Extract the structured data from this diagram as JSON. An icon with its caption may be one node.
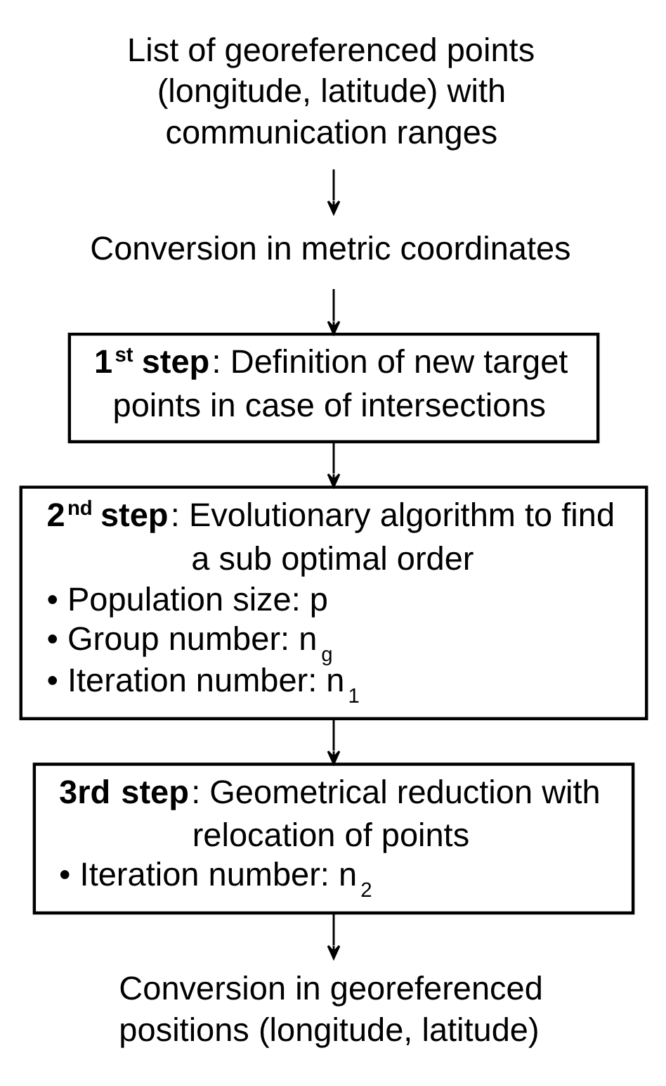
{
  "diagram": {
    "nodes": [
      {
        "text": [
          "List of georeferenced points (longitude, latitude) with communication ranges"
        ]
      },
      {
        "text": [
          "Conversion in metric coordinates"
        ]
      },
      {
        "text": [
          "**1$^{st}$ step**: Definition of new target points in case of intersections"
        ]
      },
      {
        "text": [
          "**2$^{nd}$ step**: Evolutionary algorithm to find a sub optimal order",
          "• Population size: p",
          "• Group number: n$_{g}$",
          "• Iteration number: n$_{1}$"
        ]
      },
      {
        "text": [
          "**3rd step**: Geometrical reduction with relocation of points",
          "• Iteration number: n$_{2}$"
        ]
      },
      {
        "text": [
          "Conversion in georeferenced positions (longitude, latitude)"
        ]
      }
    ],
    "edges": [
      {
        "from": 0,
        "to": 1,
        "arrow": "to"
      },
      {
        "from": 1,
        "to": 2,
        "arrow": "to"
      },
      {
        "from": 2,
        "to": 3,
        "arrow": "to"
      },
      {
        "from": 3,
        "to": 4,
        "arrow": "to"
      },
      {
        "from": 4,
        "to": 5,
        "arrow": "to"
      }
    ]
  }
}
